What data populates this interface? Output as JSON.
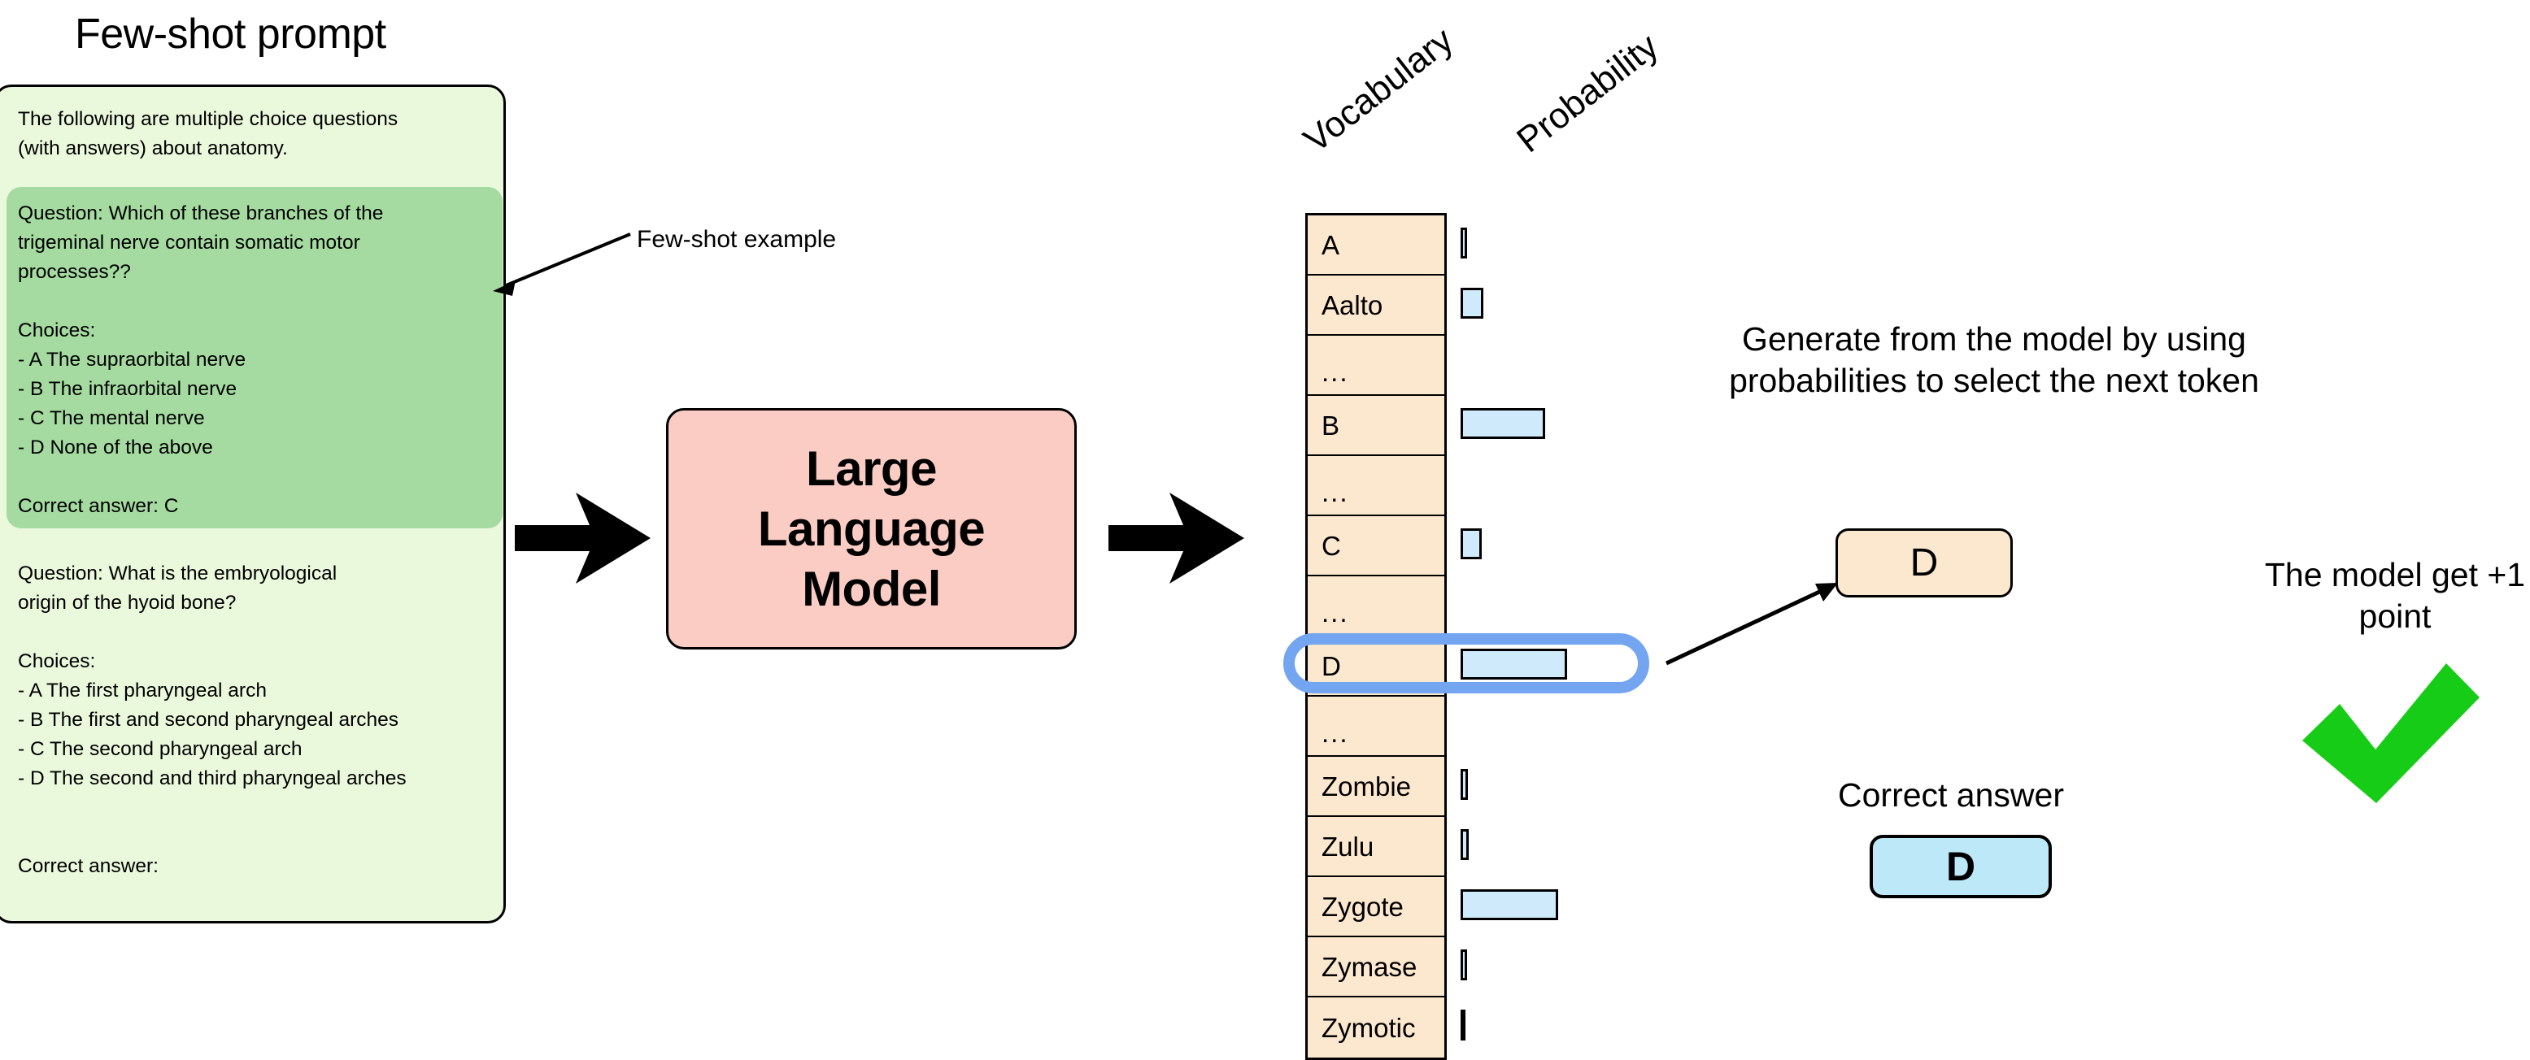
{
  "fewshot": {
    "title": "Few-shot prompt",
    "intro": "The following are multiple choice questions\n(with answers) about anatomy.",
    "example": "Question: Which of these branches of the\ntrigeminal nerve contain somatic motor\nprocesses??\n\nChoices:\n- A The supraorbital nerve\n- B The infraorbital nerve\n- C The mental nerve\n- D None of the above\n\nCorrect answer: C",
    "tail": "Question: What is the embryological\norigin of the hyoid bone?\n\nChoices:\n- A The first pharyngeal arch\n- B The first and second pharyngeal arches\n- C The second pharyngeal arch\n- D The second and third pharyngeal arches\n\n\nCorrect answer:",
    "annotation": "Few-shot example"
  },
  "model": {
    "line1": "Large",
    "line2": "Language",
    "line3": "Model"
  },
  "chart_data": {
    "type": "bar",
    "title": "",
    "xlabel": "Probability",
    "ylabel": "Vocabulary",
    "orientation": "horizontal",
    "headers": {
      "vocabulary": "Vocabulary",
      "probability": "Probability"
    },
    "categories": [
      "A",
      "Aalto",
      "...",
      "B",
      "...",
      "C",
      "...",
      "D",
      "...",
      "Zombie",
      "Zulu",
      "Zygote",
      "Zymase",
      "Zymotic"
    ],
    "values": [
      0.015,
      0.055,
      null,
      0.21,
      null,
      0.05,
      null,
      0.26,
      null,
      0.018,
      0.02,
      0.24,
      0.016,
      0.01
    ],
    "bar_pixel_widths": [
      8,
      28,
      0,
      104,
      0,
      26,
      0,
      131,
      0,
      9,
      10,
      120,
      8,
      5
    ],
    "highlighted_category": "D",
    "xlim": [
      0,
      0.3
    ],
    "grid": false,
    "legend": false
  },
  "generation": {
    "caption": "Generate from the model\nby using probabilities to\nselect the next token",
    "token": "D"
  },
  "answer": {
    "label": "Correct answer",
    "token": "D"
  },
  "score": {
    "text": "The model\nget +1 point",
    "mark": "check-mark"
  },
  "colors": {
    "prompt_bg": "#eaf8dc",
    "example_bg": "#a5dba0",
    "model_bg": "#fbccc4",
    "vocab_cell_bg": "#fce7cf",
    "bar_fill": "#cfeafb",
    "highlight_ring": "#74a5f0",
    "answer_bg": "#bce8f7",
    "check_green": "#17cc17"
  }
}
